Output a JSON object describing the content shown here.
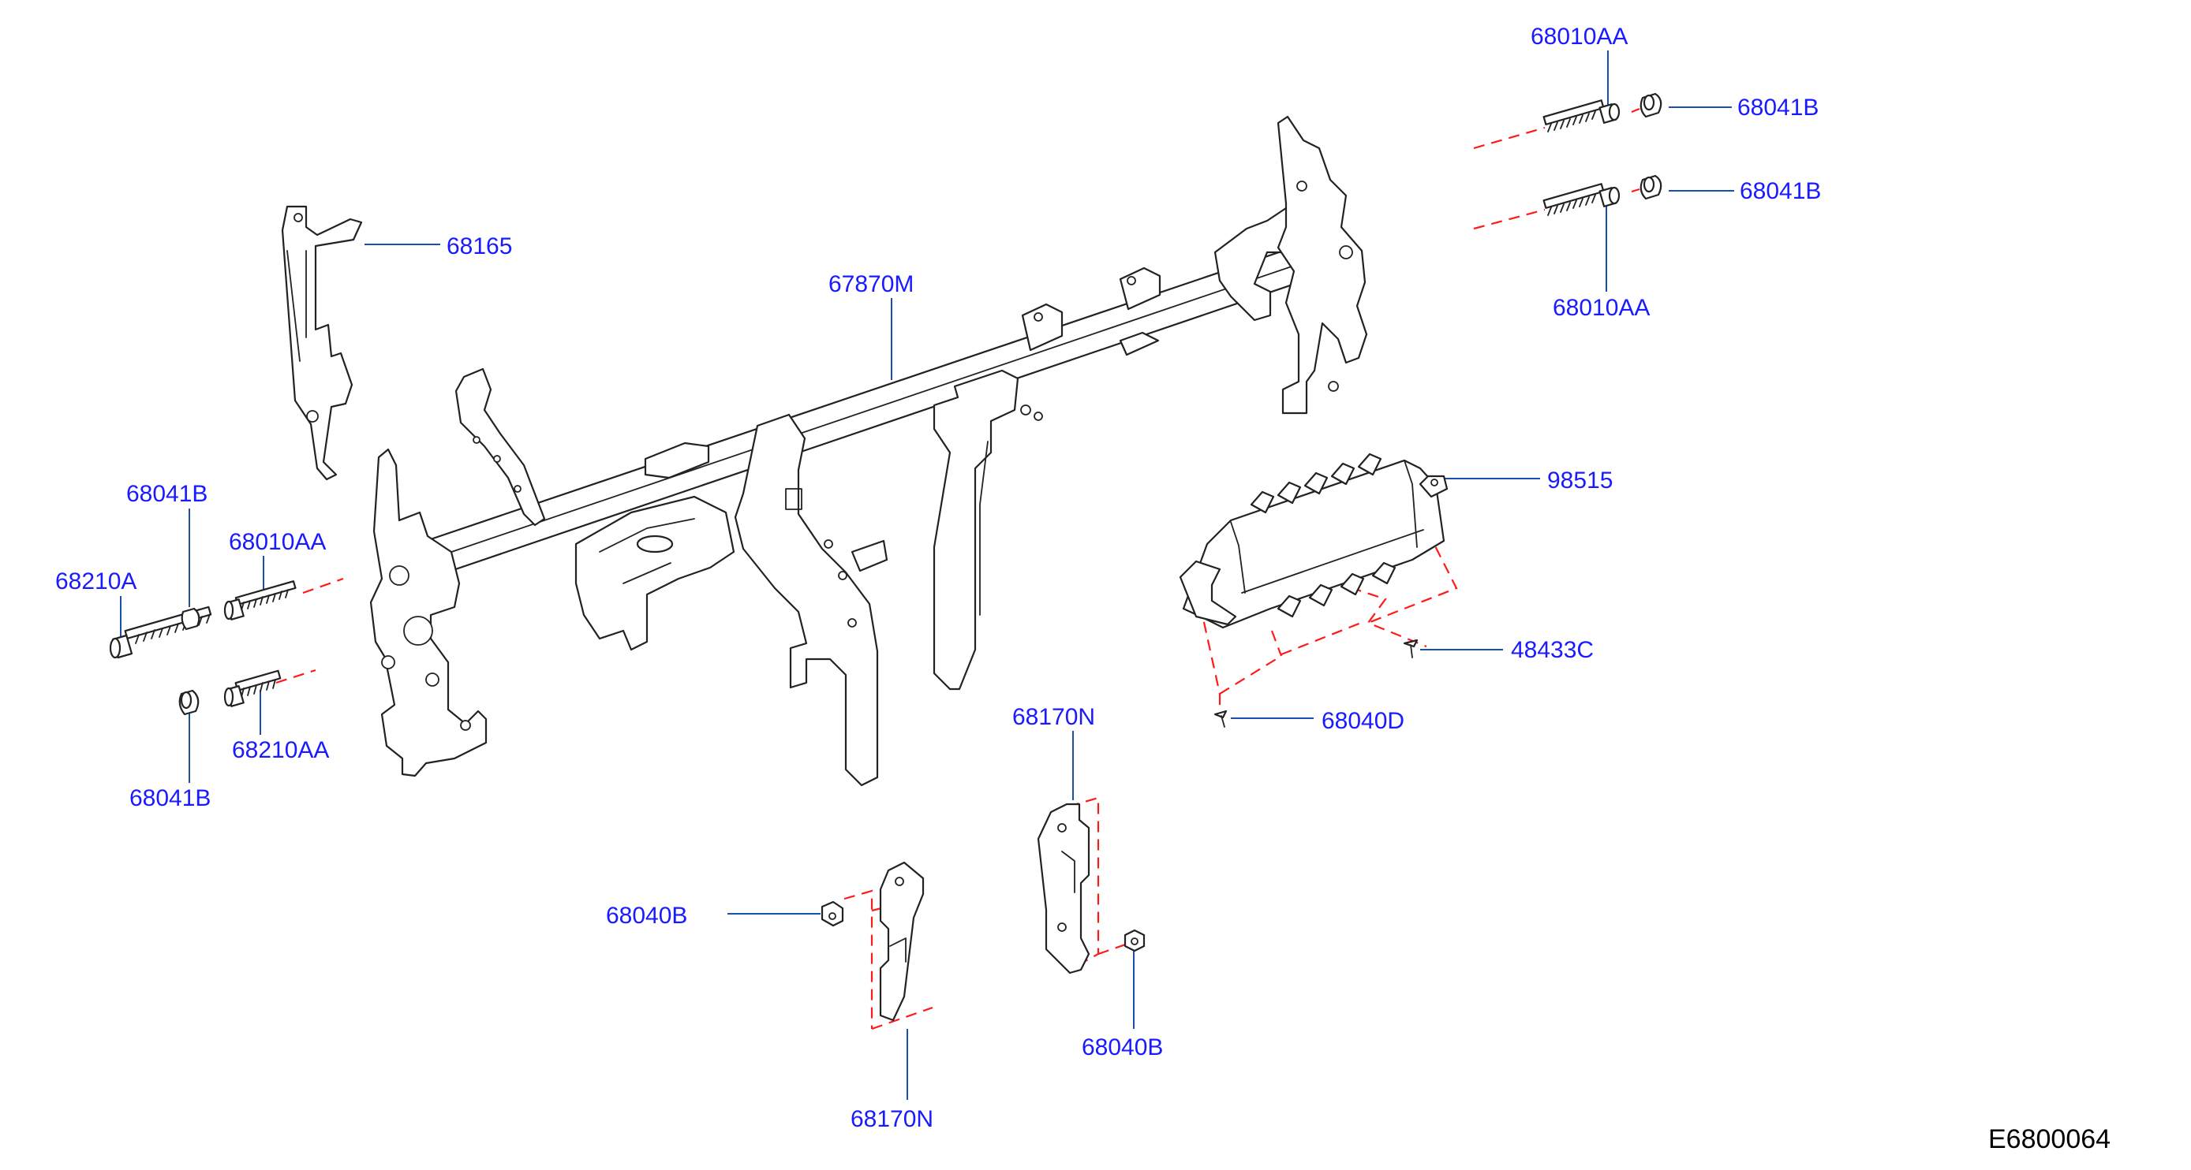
{
  "diagram": {
    "code": "E6800064",
    "callouts": [
      {
        "id": "c1",
        "label": "68010AA"
      },
      {
        "id": "c2",
        "label": "68041B"
      },
      {
        "id": "c3",
        "label": "68041B"
      },
      {
        "id": "c4",
        "label": "68010AA"
      },
      {
        "id": "c5",
        "label": "68165"
      },
      {
        "id": "c6",
        "label": "67870M"
      },
      {
        "id": "c7",
        "label": "98515"
      },
      {
        "id": "c8",
        "label": "48433C"
      },
      {
        "id": "c9",
        "label": "68040D"
      },
      {
        "id": "c10",
        "label": "68041B"
      },
      {
        "id": "c11",
        "label": "68010AA"
      },
      {
        "id": "c12",
        "label": "68210A"
      },
      {
        "id": "c13",
        "label": "68210AA"
      },
      {
        "id": "c14",
        "label": "68041B"
      },
      {
        "id": "c15",
        "label": "68170N"
      },
      {
        "id": "c16",
        "label": "68040B"
      },
      {
        "id": "c17",
        "label": "68040B"
      },
      {
        "id": "c18",
        "label": "68170N"
      }
    ]
  },
  "colors": {
    "label_text": "#1a1aff",
    "leader_line": "#1a4fb0",
    "dashed_line": "#ff1a1a",
    "part_outline": "#222222",
    "background": "#ffffff"
  }
}
